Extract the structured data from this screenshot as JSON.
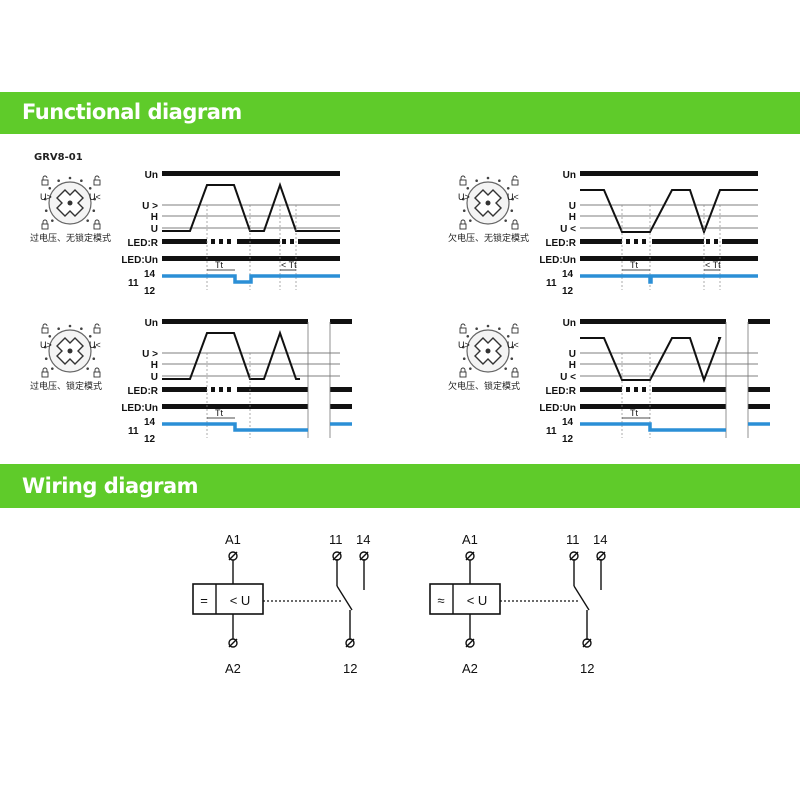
{
  "sections": {
    "functional_title": "Functional diagram",
    "wiring_title": "Wiring diagram"
  },
  "model": "GRV8-01",
  "knob_labels": {
    "over": "U>",
    "under": "U<"
  },
  "timing_panels": [
    {
      "caption": "过电压、无锁定模式",
      "signals": [
        "Un",
        "U >",
        "H",
        "U",
        "LED:R",
        "LED:Un"
      ],
      "timing": [
        "Tt",
        "< Tt"
      ],
      "contacts": {
        "c11": "11",
        "c14": "14",
        "c12": "12"
      }
    },
    {
      "caption": "欠电压、无锁定模式",
      "signals": [
        "Un",
        "U",
        "H",
        "U <",
        "LED:R",
        "LED:Un"
      ],
      "timing": [
        "Tt",
        "< Tt"
      ],
      "contacts": {
        "c11": "11",
        "c14": "14",
        "c12": "12"
      }
    },
    {
      "caption": "过电压、锁定模式",
      "signals": [
        "Un",
        "U >",
        "H",
        "U",
        "LED:R",
        "LED:Un"
      ],
      "timing": [
        "Tt"
      ],
      "contacts": {
        "c11": "11",
        "c14": "14",
        "c12": "12"
      }
    },
    {
      "caption": "欠电压、锁定模式",
      "signals": [
        "Un",
        "U",
        "H",
        "U <",
        "LED:R",
        "LED:Un"
      ],
      "timing": [
        "Tt"
      ],
      "contacts": {
        "c11": "11",
        "c14": "14",
        "c12": "12"
      }
    }
  ],
  "wiring": [
    {
      "type": "DC",
      "supply_symbol": "=",
      "function": "< U",
      "terminals": {
        "a1": "A1",
        "a2": "A2",
        "t11": "11",
        "t14": "14",
        "t12": "12"
      }
    },
    {
      "type": "AC",
      "supply_symbol": "≈",
      "function": "< U",
      "terminals": {
        "a1": "A1",
        "a2": "A2",
        "t11": "11",
        "t14": "14",
        "t12": "12"
      }
    }
  ],
  "colors": {
    "banner": "#5fcb2a",
    "relay_line": "#2b8fd6",
    "ac_symbol": "#c0399a",
    "ink": "#111111"
  }
}
